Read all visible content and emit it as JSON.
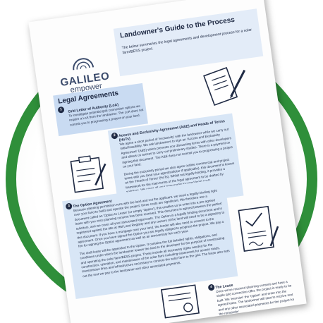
{
  "header": {
    "title": "Landowner's Guide to the Process",
    "subtitle": "The below summaries the legal agreements and development process for a solar farm/BESS project."
  },
  "logo": {
    "word": "GALILEO",
    "sub": "empower"
  },
  "section": {
    "title": "Legal Agreements"
  },
  "steps": [
    {
      "num": "1",
      "title": "Grid Letter of Authority (LoA)",
      "text": "To investigate potential grid connection options we require a LoA from the landowner. The LoA does not commit you to progressing a project on your land."
    },
    {
      "num": "2",
      "title": "Access and Exclusivity Agreement (A&E) and Heads of Terms (HoTs)",
      "text": "We agree a short period of 'exclusivity' with the landowner while we carry out initial feasibility. We ask landowners to sign an 'Access and Exclusivity Agreement' (A&E) which prevents you discussing terms with other developers and allows us access to carry out preliminary studies. There is a payment on signing this document. The A&E does not commit you to progressing a project on your land.",
      "text2": "During the exclusivity period we also agree outline commercial and project terms with you (and your agent/solicitor if applicable), this document is known as the 'Heads of Terms' (HoTs). Whilst not legally binding, it provides a framework for the main terms of the legal agreement to be drafted by solicitors. We cover all your reasonably incurred legal costs."
    },
    {
      "num": "3",
      "title": "The Option Agreement",
      "text": "Because planning permission runs with the land and not the applicant, we need a legally binding right over your land to build and operate the project; these costs are significant. We therefore use a document called an 'Option to Lease' (or simply 'Option'), this enables us to enter into a pre-agreed lease with you once planning consent has been received. This document is agreed between the parties' solicitors, and we cover all your associated legal costs. The Option is a legally binding document and is registered against the title at HM Land Registry and any owners of the land will need to be a signatory to this document. If you have a mortgage over your land, the lender will also need to consent to the agreement. Once you have signed the Option you are legally obliged to progress the project. We pay a fee for signing the Option agreement as well as an anniversary fee each year.",
      "text2": "The draft lease will be appended to the Option. It contains the full detailed rights, obligations, and conditions under which the landowner leases the land to the developer for the purpose of constructing and operating the solar farm/BESS project. These include all necessary rights needed for the construction, operation, and maintenance of the solar farm including easements for access roads, transmission lines and infrastructure necessary to connect the solar farm to the grid. The lease also sets out the rent we pay to the landowner and other associated payments."
    },
    {
      "num": "4",
      "title": "The Lease",
      "text": "Once we've received planning consent and have a viable grid connection offer, the project is ready to be built. We 'exercise' the 'Option' and enter into the agreed lease. The landowner will start to receive rent and any other associated payments for the project for the remainder"
    }
  ],
  "icons": [
    "document-pen-icon",
    "clipboard-icon",
    "signed-contract-icon",
    "certificate-icon"
  ],
  "colors": {
    "ring": "#2f8f3a",
    "navy": "#1f2a44",
    "light_blue": "#d8e6f6",
    "mid_blue": "#c9dbf2"
  }
}
